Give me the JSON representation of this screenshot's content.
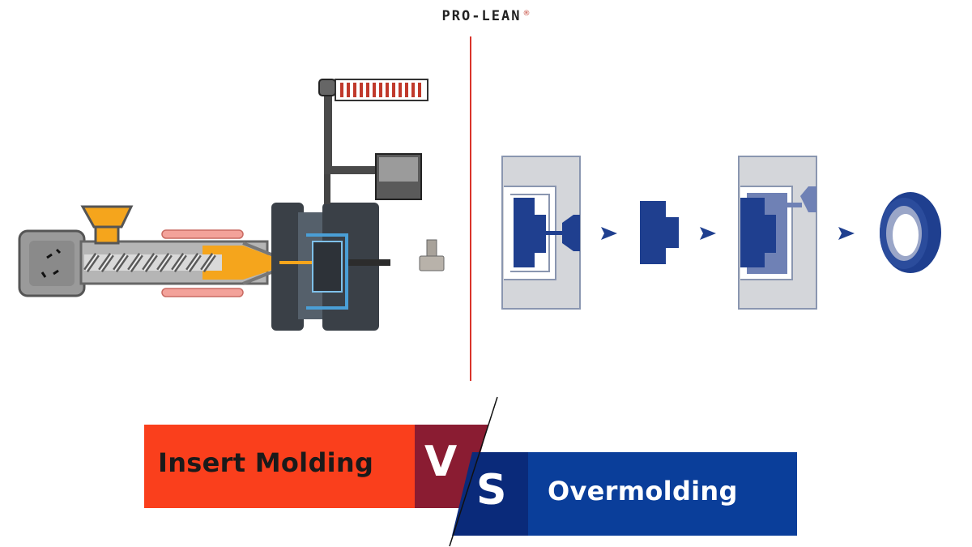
{
  "brand": {
    "name": "PRO-LEAN",
    "mark": "®"
  },
  "banner": {
    "left_label": "Insert Molding",
    "vs_v": "V",
    "vs_s": "S",
    "right_label": "Overmolding"
  },
  "colors": {
    "insert_red": "#fa3f1c",
    "vs_maroon": "#8a1c32",
    "overmold_blue": "#0a3e9a",
    "vs_navy": "#0a2a7a",
    "divider_red": "#d9342b",
    "part_blue": "#1f3f8f",
    "mold_gray": "#d4d6da",
    "melt_orange": "#f5a51c"
  },
  "icons": [
    "hopper-icon",
    "heater-band-icon",
    "screw-barrel-icon",
    "mold-icon",
    "insert-part-icon",
    "arrow-right-icon",
    "ring-part-icon"
  ]
}
